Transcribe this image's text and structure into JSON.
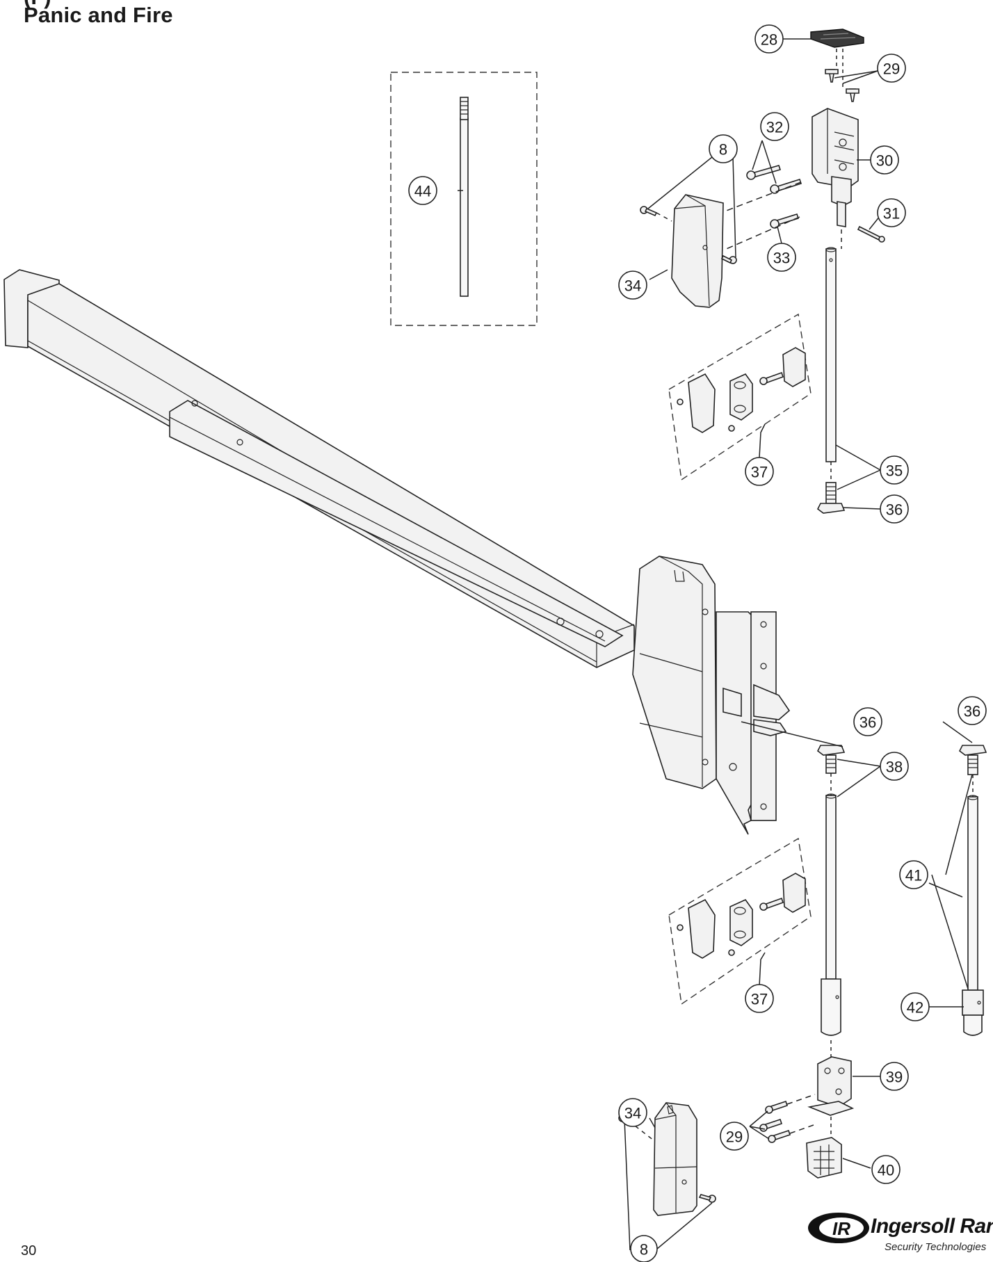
{
  "header": {
    "title_clipped": "(F)",
    "title": "Panic and Fire"
  },
  "page_number": "30",
  "brand": {
    "mark": "IR",
    "name": "Ingersoll Rand",
    "subtitle": "Security Technologies"
  },
  "callouts": [
    "28",
    "29",
    "32",
    "8",
    "30",
    "44",
    "31",
    "33",
    "34",
    "37",
    "35",
    "36",
    "36",
    "38",
    "36",
    "41",
    "37",
    "42",
    "39",
    "34",
    "29",
    "40",
    "8"
  ]
}
